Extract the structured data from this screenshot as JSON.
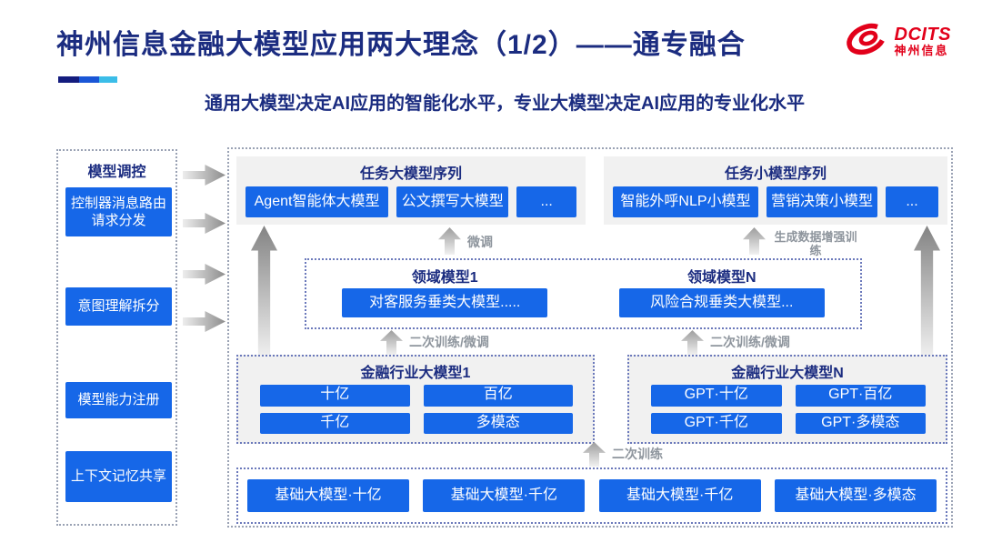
{
  "header": {
    "title": "神州信息金融大模型应用两大理念（1/2）——通专融合",
    "subtitle": "通用大模型决定AI应用的智能化水平，专业大模型决定AI应用的专业化水平",
    "logo_text": "DCITS",
    "logo_subtext": "神州信息"
  },
  "sidebar": {
    "title": "模型调控",
    "items": [
      "控制器消息路由请求分发",
      "意图理解拆分",
      "模型能力注册",
      "上下文记忆共享"
    ]
  },
  "task_large": {
    "title": "任务大模型序列",
    "items": [
      "Agent智能体大模型",
      "公文撰写大模型",
      "..."
    ]
  },
  "task_small": {
    "title": "任务小模型序列",
    "items": [
      "智能外呼NLP小模型",
      "营销决策小模型",
      "..."
    ]
  },
  "domain_models": [
    {
      "title": "领域模型1",
      "item": "对客服务垂类大模型....."
    },
    {
      "title": "领域模型N",
      "item": "风险合规垂类大模型..."
    }
  ],
  "industry_models": [
    {
      "title": "金融行业大模型1",
      "items": [
        "十亿",
        "百亿",
        "千亿",
        "多模态"
      ]
    },
    {
      "title": "金融行业大模型N",
      "items": [
        "GPT·十亿",
        "GPT·百亿",
        "GPT·千亿",
        "GPT·多模态"
      ]
    }
  ],
  "base_models": [
    "基础大模型·十亿",
    "基础大模型·千亿",
    "基础大模型·千亿",
    "基础大模型·多模态"
  ],
  "flow_labels": {
    "fine_tune": "微调",
    "gen_data_augment": "生成数据增强训练",
    "secondary_train_ft_left": "二次训练/微调",
    "secondary_train_ft_right": "二次训练/微调",
    "secondary_train": "二次训练"
  },
  "colors": {
    "accent_blue": "#1667E8",
    "title_navy": "#1B2C80",
    "logo_red": "#E2001A",
    "label_gray": "#8E959D",
    "section_gray": "#F1F1F1"
  }
}
